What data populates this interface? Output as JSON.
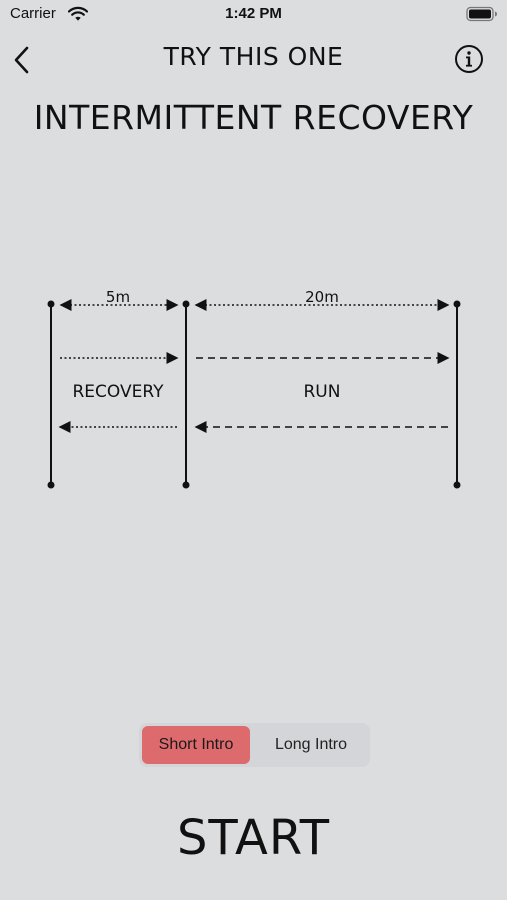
{
  "status_bar": {
    "carrier": "Carrier",
    "time": "1:42 PM"
  },
  "nav": {
    "title": "TRY THIS ONE",
    "back_icon": "chevron-left-icon",
    "info_icon": "info-icon"
  },
  "page": {
    "title": "INTERMITTENT RECOVERY"
  },
  "diagram": {
    "distance_left": "5m",
    "distance_right": "20m",
    "zone_left_label": "RECOVERY",
    "zone_right_label": "RUN"
  },
  "intro_toggle": {
    "options": [
      "Short Intro",
      "Long Intro"
    ],
    "selected": "Short Intro",
    "selected_color": "#dd6a6c"
  },
  "start_label": "START"
}
